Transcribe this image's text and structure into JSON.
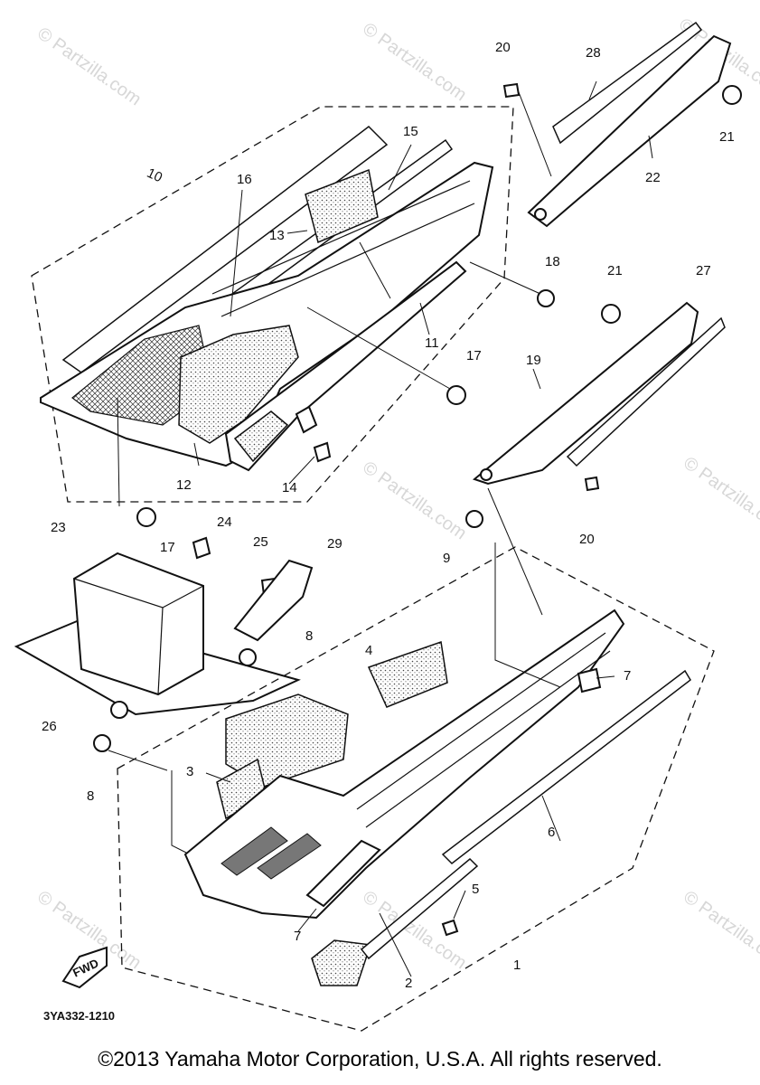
{
  "watermark": "© Partzilla.com",
  "diagram_code": "3YA332-1210",
  "fwd_label": "FWD",
  "copyright": "©2013  Yamaha Motor Corporation, U.S.A. All rights reserved.",
  "callouts": {
    "c1": "1",
    "c2": "2",
    "c3": "3",
    "c4": "4",
    "c5": "5",
    "c6": "6",
    "c7a": "7",
    "c7b": "7",
    "c8a": "8",
    "c8b": "8",
    "c9": "9",
    "c10": "10",
    "c11": "11",
    "c12": "12",
    "c13": "13",
    "c14": "14",
    "c15": "15",
    "c16": "16",
    "c17a": "17",
    "c17b": "17",
    "c18": "18",
    "c19": "19",
    "c20a": "20",
    "c20b": "20",
    "c21a": "21",
    "c21b": "21",
    "c22": "22",
    "c23": "23",
    "c24": "24",
    "c25": "25",
    "c26": "26",
    "c27": "27",
    "c28": "28",
    "c29": "29"
  }
}
